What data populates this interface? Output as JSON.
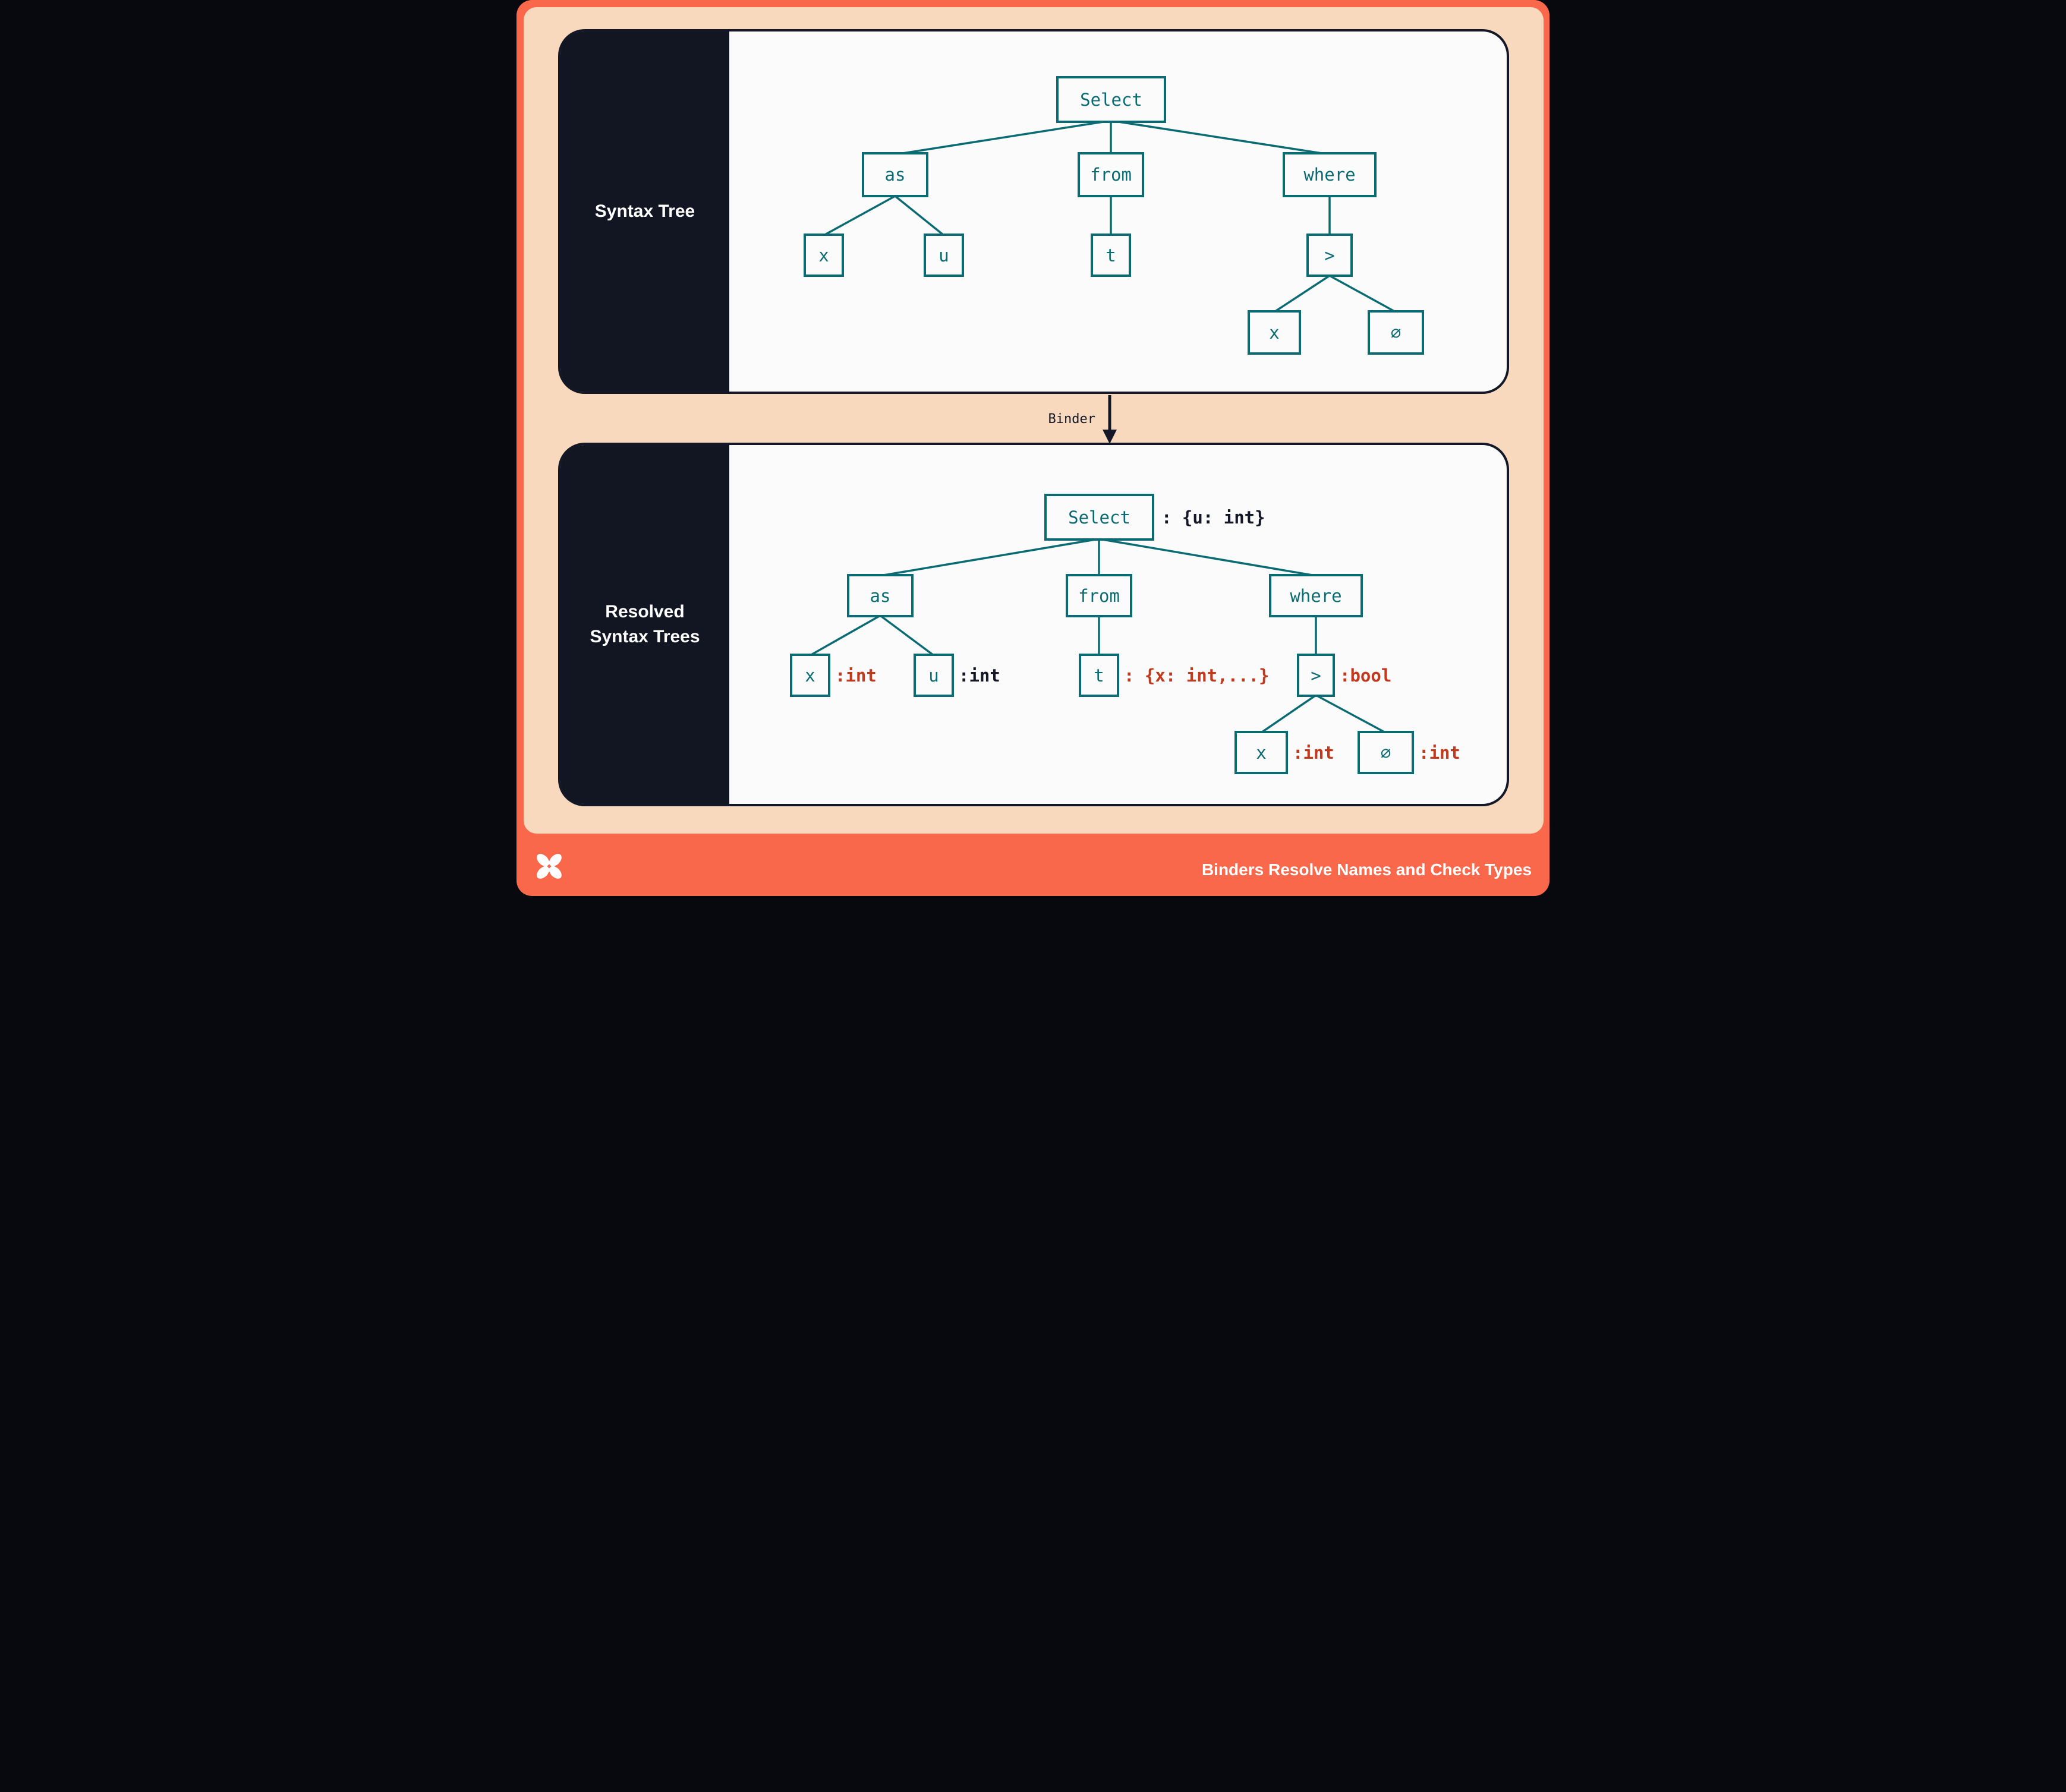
{
  "colors": {
    "coral": "#f9684b",
    "peach": "#f8d9be",
    "navy": "#131726",
    "teal": "#0a6c72",
    "red_annotation": "#c2391d",
    "panel_background": "#fbfbfc"
  },
  "binder": {
    "label": "Binder"
  },
  "footer": {
    "title": "Binders Resolve Names and Check Types",
    "logo_icon": "pinwheel-x-logo"
  },
  "panels": {
    "syntax": {
      "sidebar_label": "Syntax Tree",
      "nodes": {
        "select": "Select",
        "as": "as",
        "from": "from",
        "where": "where",
        "x1": "x",
        "u": "u",
        "t": "t",
        "gt": ">",
        "x2": "x",
        "zero": "∅"
      }
    },
    "resolved": {
      "sidebar_label_line1": "Resolved",
      "sidebar_label_line2": "Syntax Trees",
      "nodes": {
        "select": "Select",
        "as": "as",
        "from": "from",
        "where": "where",
        "x1": "x",
        "u": "u",
        "t": "t",
        "gt": ">",
        "x2": "x",
        "zero": "∅"
      },
      "ann": {
        "select": ": {u: int}",
        "x1": ":int",
        "u": ":int",
        "t": ": {x: int,...}",
        "gt": ":bool",
        "x2": ":int",
        "zero": ":int"
      }
    }
  }
}
